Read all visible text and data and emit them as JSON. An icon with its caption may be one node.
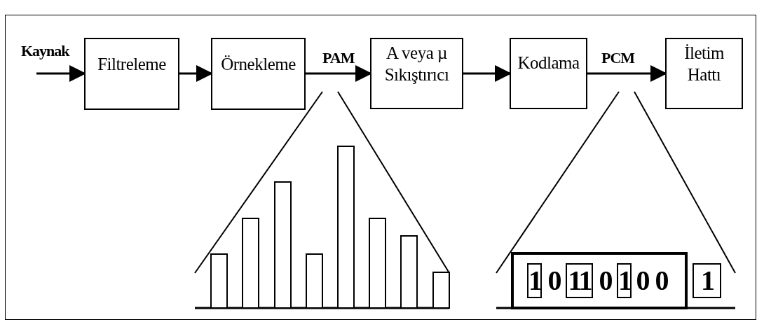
{
  "diagram": {
    "nodes": [
      {
        "text": [
          "Filtreleme"
        ]
      },
      {
        "text": [
          "Örnekleme"
        ]
      },
      {
        "text": [
          "A veya µ Sıkıştırıcı"
        ]
      },
      {
        "text": [
          "Kodlama"
        ]
      },
      {
        "text": [
          "İletim Hattı"
        ]
      }
    ],
    "edges": [
      {
        "from": null,
        "to": 0,
        "arrow": "to",
        "label": "Kaynak"
      },
      {
        "from": 0,
        "to": 1,
        "arrow": "to"
      },
      {
        "from": 1,
        "to": 2,
        "arrow": "to",
        "label": "PAM"
      },
      {
        "from": 2,
        "to": 3,
        "arrow": "to"
      },
      {
        "from": 3,
        "to": 4,
        "arrow": "to",
        "label": "PCM"
      }
    ],
    "labels": [
      "1",
      "0",
      "11",
      "0",
      "1",
      "0",
      "0",
      "1"
    ]
  }
}
